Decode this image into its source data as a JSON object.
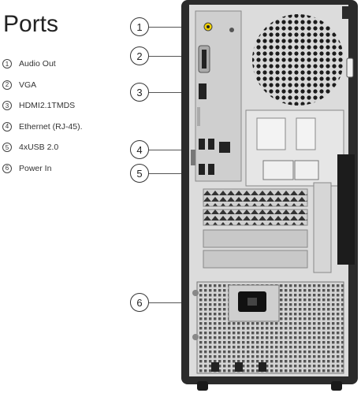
{
  "title": "Ports",
  "ports": [
    {
      "num": "1",
      "label": "Audio Out"
    },
    {
      "num": "2",
      "label": "VGA"
    },
    {
      "num": "3",
      "label": "HDMI2.1TMDS"
    },
    {
      "num": "4",
      "label": "Ethernet (RJ-45)."
    },
    {
      "num": "5",
      "label": "4xUSB 2.0"
    },
    {
      "num": "6",
      "label": "Power In"
    }
  ],
  "callouts": [
    "1",
    "2",
    "3",
    "4",
    "5",
    "6"
  ],
  "colors": {
    "chassis": "#2b2b2b",
    "panel": "#d9d9d9",
    "text": "#222222"
  }
}
